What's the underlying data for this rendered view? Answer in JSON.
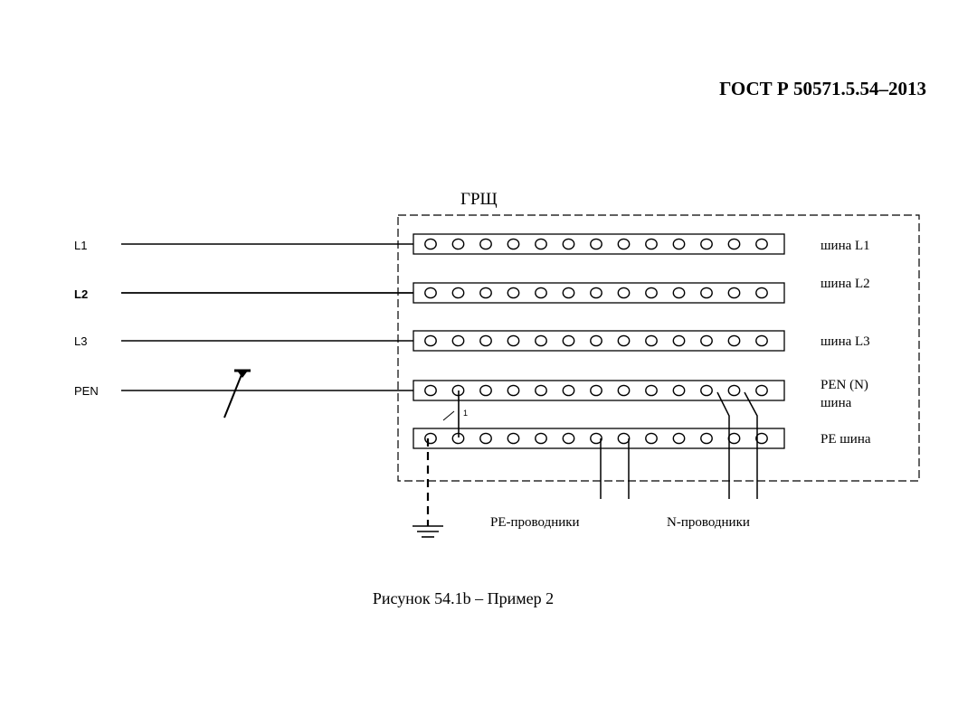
{
  "header": {
    "standard": "ГОСТ Р 50571.5.54–2013"
  },
  "caption": {
    "text": "Рисунок 54.1b – Пример 2"
  },
  "diagram": {
    "panel_label": "ГРЩ",
    "lines": [
      {
        "name": "L1",
        "bus_label": "шина L1"
      },
      {
        "name": "L2",
        "bus_label": "шина L2"
      },
      {
        "name": "L3",
        "bus_label": "шина L3"
      },
      {
        "name": "PEN",
        "bus_label_line1": "PEN (N)",
        "bus_label_line2": "шина"
      },
      {
        "bus_label": "PE шина"
      }
    ],
    "link_mark": "1",
    "pe_conductors_label": "PE-проводники",
    "n_conductors_label": "N-проводники"
  }
}
